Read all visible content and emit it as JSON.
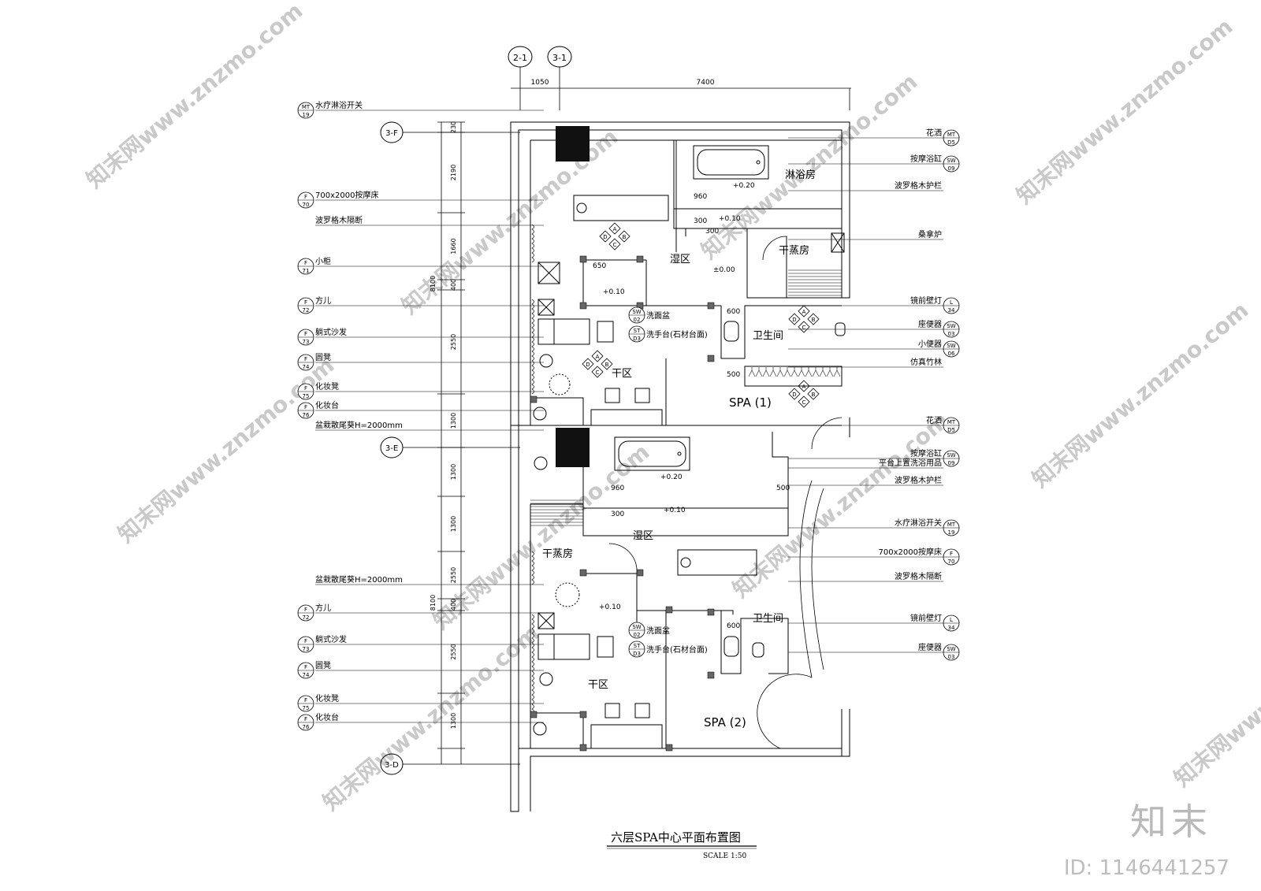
{
  "title": "六层SPA中心平面布置图",
  "scale": "SCALE  1:50",
  "brand": "知末",
  "image_id": "ID: 1146441257",
  "watermark": "知末网www.znzmo.com",
  "axes": {
    "top": [
      "2-1",
      "3-1"
    ],
    "left": [
      "3-F",
      "3-E",
      "3-D"
    ]
  },
  "dims_top": [
    "1050",
    "7400"
  ],
  "dims_left_inner": [
    "230",
    "2190",
    "1660",
    "400",
    "2550",
    "1300",
    "1300",
    "1300",
    "2550",
    "400",
    "2550",
    "1300"
  ],
  "dims_left_outer": [
    "8100",
    "8100"
  ],
  "rooms": {
    "shower": "淋浴房",
    "wet1": "湿区",
    "dry_steam1": "干蒸房",
    "wc1": "卫生间",
    "dry1": "干区",
    "spa1": "SPA (1)",
    "wet2": "湿区",
    "dry_steam2": "干蒸房",
    "wc2": "卫生间",
    "dry2": "干区",
    "spa2": "SPA (2)"
  },
  "small_labels": {
    "basin1": "洗面盆",
    "counter1": "洗手台(石材台面)",
    "basin2": "洗面盆",
    "counter2": "洗手台(石材台面)",
    "lv1": "+0.20",
    "lv2": "+0.10",
    "lv3": "±0.00",
    "lv4": "+0.10",
    "lv5": "+0.20",
    "lv6": "+0.10",
    "lv7": "+0.10",
    "d960a": "960",
    "d300a": "300",
    "d300b": "300",
    "d600a": "600",
    "d500a": "500",
    "d500b": "500",
    "d960b": "960",
    "d300c": "300",
    "d600b": "600",
    "d650": "650"
  },
  "left_labels": [
    {
      "code1": "MT",
      "code2": "19",
      "text": "水疗淋浴开关"
    },
    {
      "code1": "F",
      "code2": "70",
      "text": "700x2000按摩床"
    },
    {
      "code1": "",
      "code2": "",
      "text": "波罗格木隔断"
    },
    {
      "code1": "F",
      "code2": "71",
      "text": "小柜"
    },
    {
      "code1": "F",
      "code2": "72",
      "text": "方儿"
    },
    {
      "code1": "F",
      "code2": "73",
      "text": "躺式沙发"
    },
    {
      "code1": "F",
      "code2": "74",
      "text": "圆凳"
    },
    {
      "code1": "F",
      "code2": "75",
      "text": "化妆凳"
    },
    {
      "code1": "F",
      "code2": "76",
      "text": "化妆台"
    },
    {
      "code1": "",
      "code2": "",
      "text": "盆栽散尾葵H=2000mm"
    },
    {
      "code1": "",
      "code2": "",
      "text": "盆栽散尾葵H=2000mm"
    },
    {
      "code1": "F",
      "code2": "72",
      "text": "方儿"
    },
    {
      "code1": "F",
      "code2": "73",
      "text": "躺式沙发"
    },
    {
      "code1": "F",
      "code2": "74",
      "text": "圆凳"
    },
    {
      "code1": "F",
      "code2": "75",
      "text": "化妆凳"
    },
    {
      "code1": "F",
      "code2": "76",
      "text": "化妆台"
    }
  ],
  "right_labels": [
    {
      "code1": "MT",
      "code2": "D5",
      "text": "花洒"
    },
    {
      "code1": "SW",
      "code2": "09",
      "text": "按摩浴缸"
    },
    {
      "code1": "",
      "code2": "",
      "text": "波罗格木护栏"
    },
    {
      "code1": "",
      "code2": "",
      "text": "桑拿炉"
    },
    {
      "code1": "L",
      "code2": "34",
      "text": "镜前壁灯"
    },
    {
      "code1": "SW",
      "code2": "03",
      "text": "座便器"
    },
    {
      "code1": "SW",
      "code2": "06",
      "text": "小便器"
    },
    {
      "code1": "",
      "code2": "",
      "text": "仿真竹林"
    },
    {
      "code1": "MT",
      "code2": "D5",
      "text": "花洒"
    },
    {
      "code1": "SW",
      "code2": "09",
      "text": "按摩浴缸"
    },
    {
      "code1": "",
      "code2": "",
      "text": "平台上置洗浴用品"
    },
    {
      "code1": "",
      "code2": "",
      "text": "波罗格木护栏"
    },
    {
      "code1": "MT",
      "code2": "19",
      "text": "水疗淋浴开关"
    },
    {
      "code1": "F",
      "code2": "70",
      "text": "700x2000按摩床"
    },
    {
      "code1": "",
      "code2": "",
      "text": "波罗格木隔断"
    },
    {
      "code1": "L",
      "code2": "34",
      "text": "镜前壁灯"
    },
    {
      "code1": "SW",
      "code2": "03",
      "text": "座便器"
    }
  ],
  "tags_inner": [
    {
      "code1": "SW",
      "code2": "02"
    },
    {
      "code1": "ST",
      "code2": "D3"
    },
    {
      "code1": "SW",
      "code2": "02"
    },
    {
      "code1": "ST",
      "code2": "D3"
    }
  ],
  "view_markers": [
    "A",
    "B",
    "C",
    "D"
  ],
  "colors": {
    "line": "#000000",
    "fill": "#111111",
    "watermark": "#c9c9c9"
  }
}
